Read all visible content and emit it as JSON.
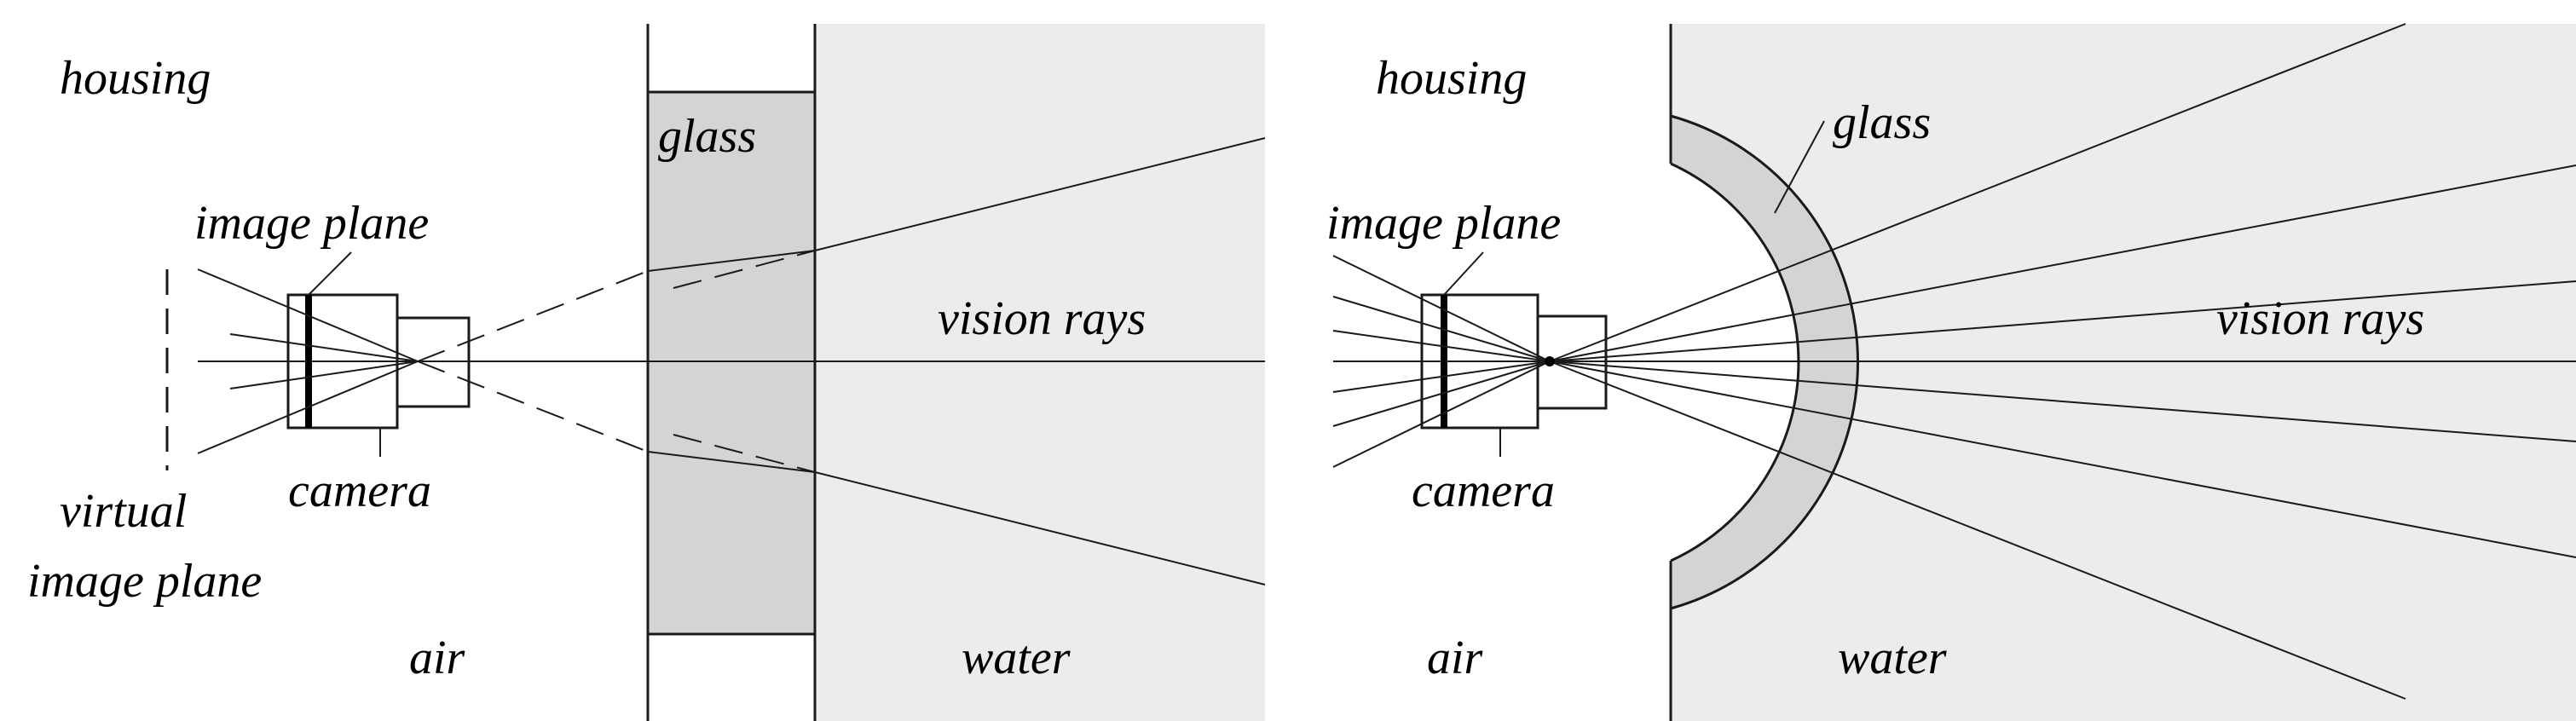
{
  "panels": [
    {
      "labels": {
        "housing": "housing",
        "glass": "glass",
        "image_plane": "image plane",
        "vision_rays": "vision rays",
        "virtual_1": "virtual",
        "virtual_2": "image plane",
        "camera": "camera",
        "air": "air",
        "water": "water"
      }
    },
    {
      "labels": {
        "housing": "housing",
        "glass": "glass",
        "image_plane": "image plane",
        "vision_rays": "vision rays",
        "camera": "camera",
        "air": "air",
        "water": "water"
      }
    }
  ],
  "colors": {
    "water": "#ececec",
    "glass": "#d4d4d4",
    "stroke": "#1a1a1a"
  }
}
